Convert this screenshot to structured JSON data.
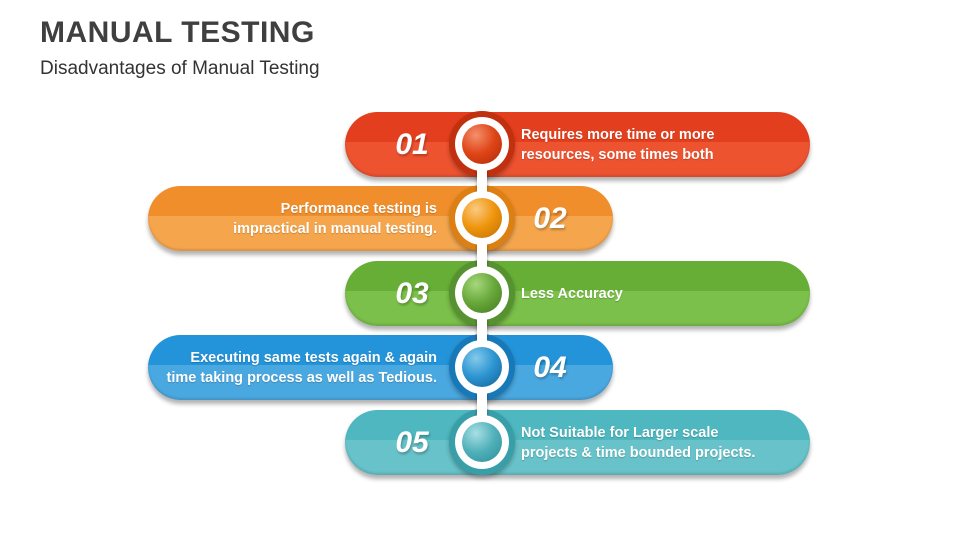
{
  "slide": {
    "title": "MANUAL TESTING",
    "subtitle": "Disadvantages of Manual Testing"
  },
  "items": [
    {
      "number": "01",
      "lines": [
        "Requires more time or more",
        "resources, some times both"
      ],
      "color": "#E8472A"
    },
    {
      "number": "02",
      "lines": [
        "Performance testing is",
        "impractical in manual testing."
      ],
      "color": "#F39A3C"
    },
    {
      "number": "03",
      "lines": [
        "Less Accuracy"
      ],
      "color": "#71B640"
    },
    {
      "number": "04",
      "lines": [
        "Executing same tests again & again",
        "time taking process as well as Tedious."
      ],
      "color": "#2E9CDC"
    },
    {
      "number": "05",
      "lines": [
        "Not Suitable for Larger scale",
        "projects & time bounded projects."
      ],
      "color": "#57BCC4"
    }
  ]
}
